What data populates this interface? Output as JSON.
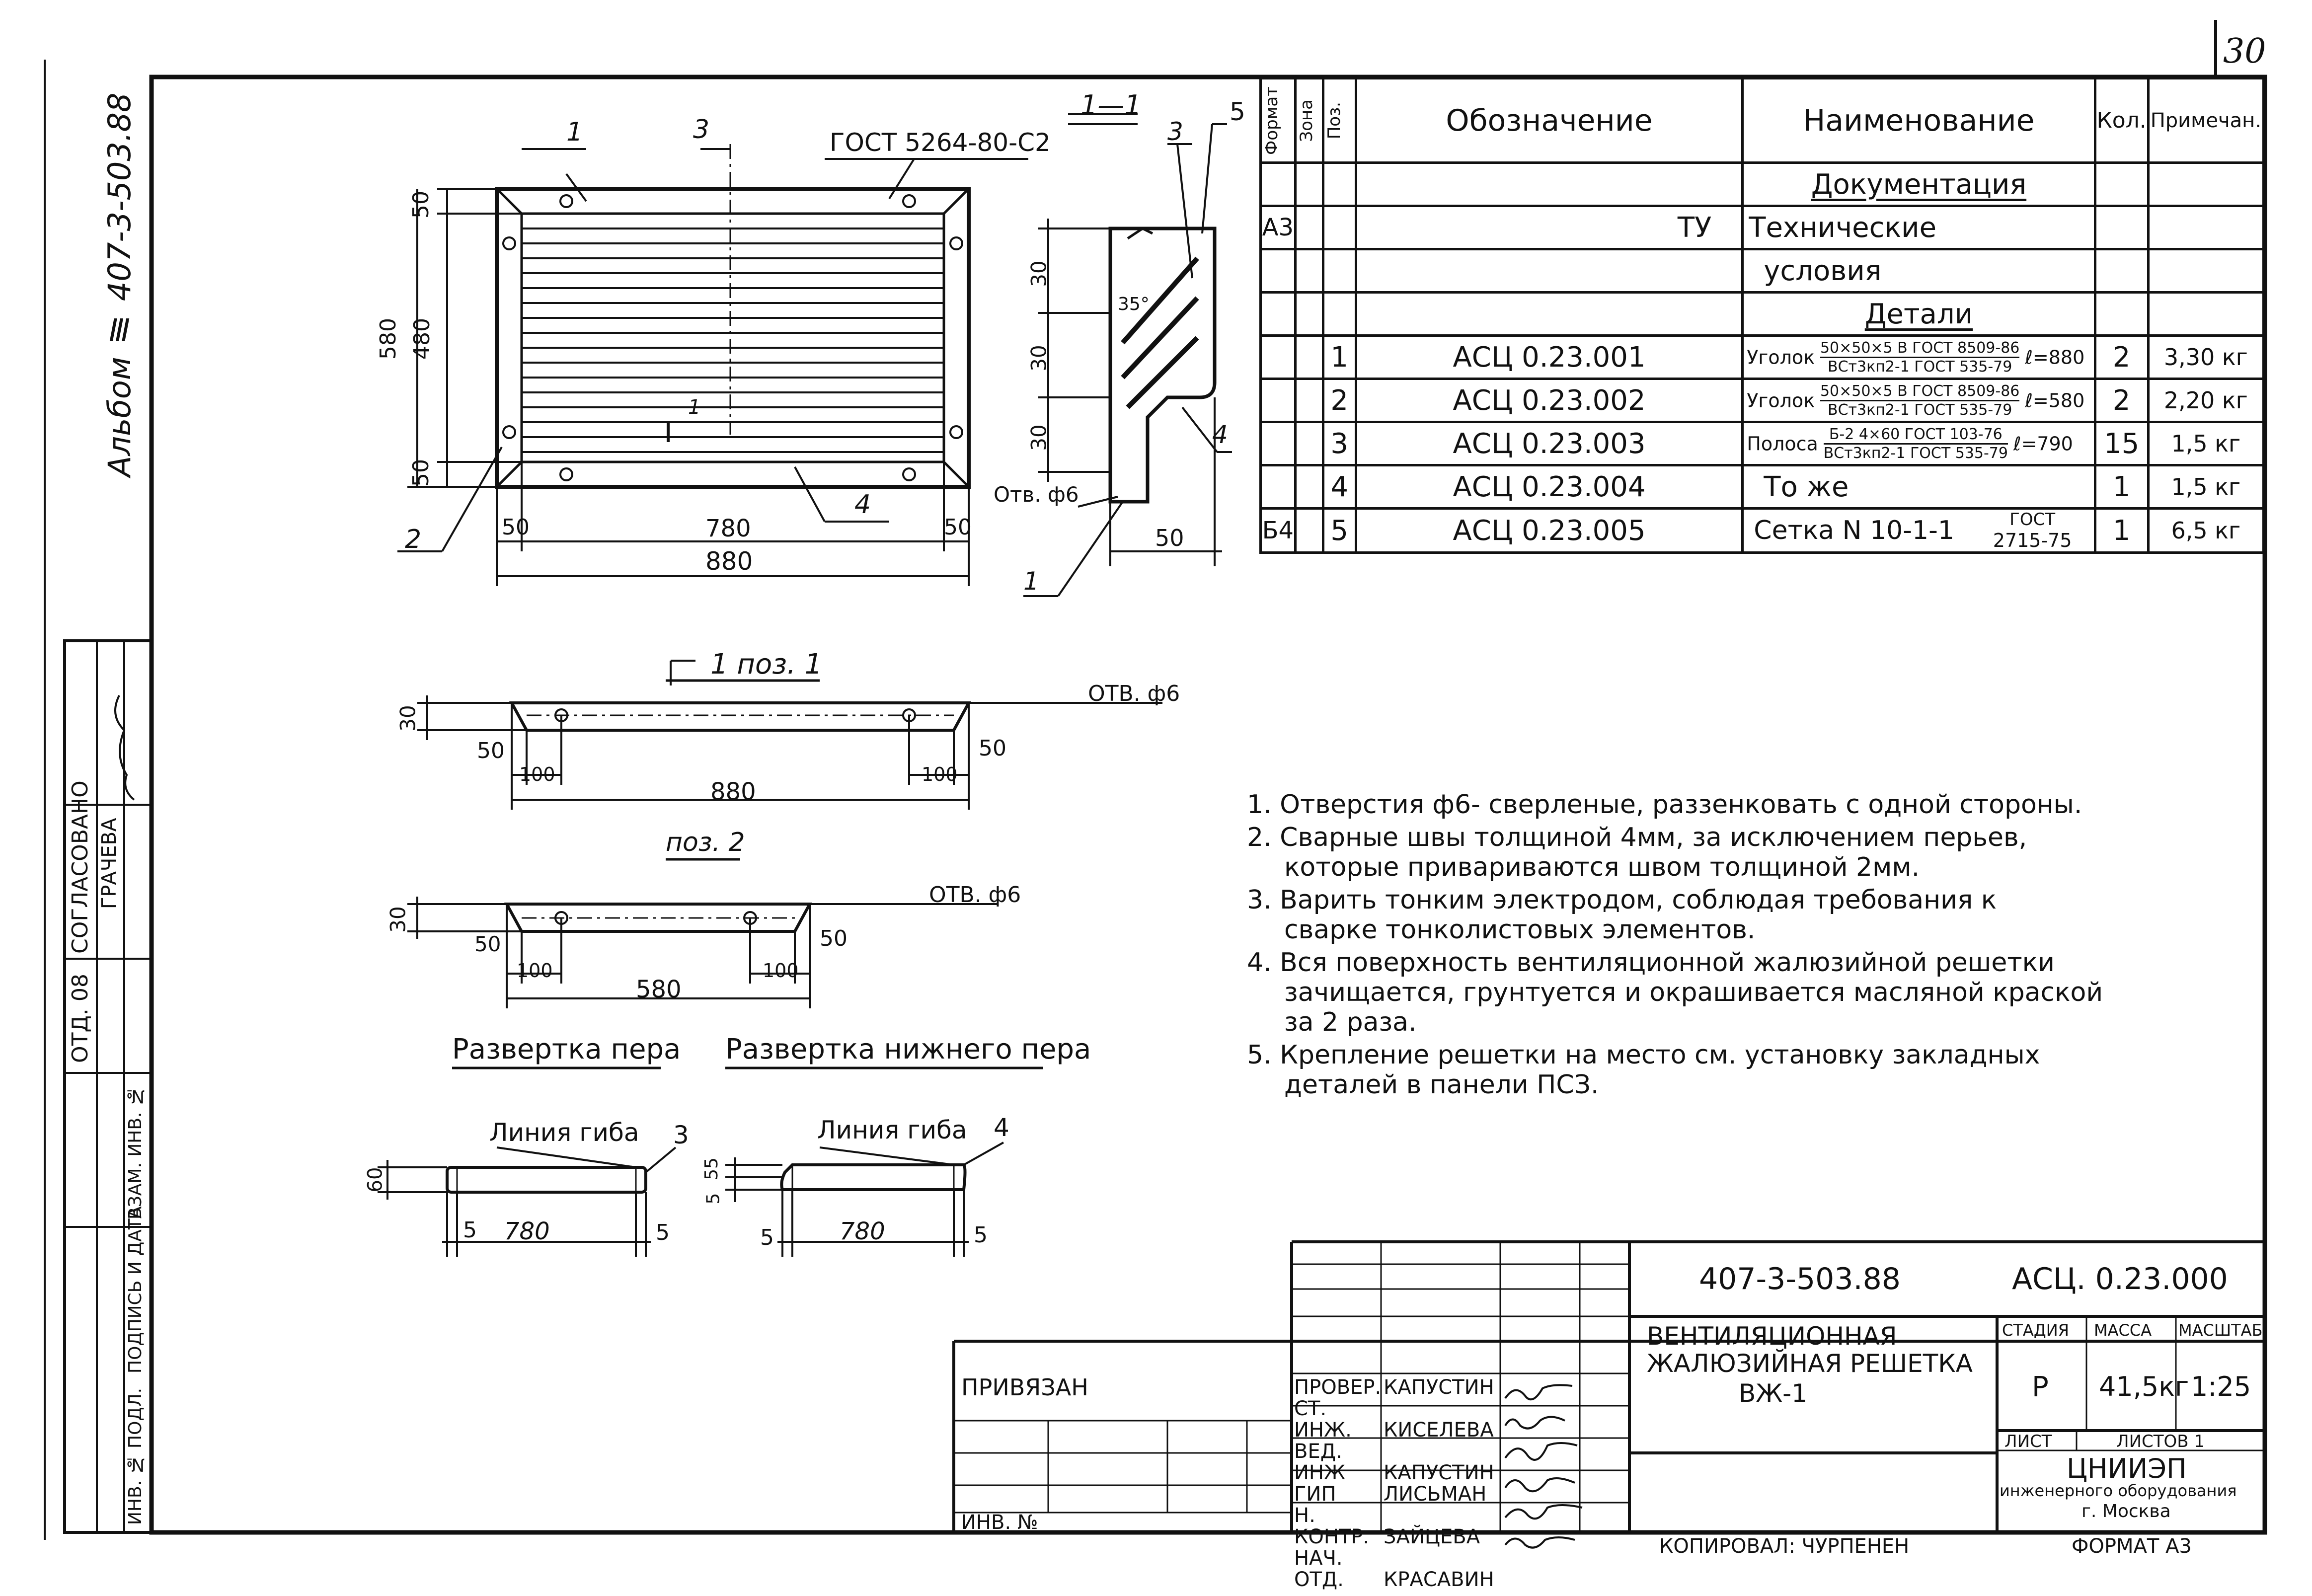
{
  "page_number": "30",
  "album_label": "Альбом Ⅲ 407-3-503.88",
  "left_stamp": {
    "agreed": "СОГЛАСОВАНО",
    "dept": "ОТД. 08",
    "name": "ГРАЧЕВА",
    "inv_no": "ИНВ. № ПОДЛ.",
    "sign_date": "ПОДПИСЬ И ДАТА",
    "replace_inv": "ВЗАМ. ИНВ. №"
  },
  "main_view": {
    "dims_left": [
      "50",
      "480",
      "50"
    ],
    "dim_total_vertical": "580",
    "dims_bottom": [
      "50",
      "780",
      "50"
    ],
    "dim_total_horizontal": "880",
    "leaders": [
      "1",
      "3",
      "2",
      "4"
    ],
    "gost_note": "ГОСТ 5264-80-С2",
    "section_mark": "1"
  },
  "section_view": {
    "title": "1—1",
    "dims": [
      "30",
      "30",
      "30"
    ],
    "angle": "35°",
    "hole": "Отв. ф6",
    "bottom_dim": "50",
    "leaders": [
      "5",
      "3",
      "4",
      "1"
    ]
  },
  "pos1": {
    "title": "1 поз. 1",
    "hole": "ОТВ. ф6",
    "height": "30",
    "dims": [
      "50",
      "100",
      "880",
      "100",
      "50"
    ]
  },
  "pos2": {
    "title": "поз. 2",
    "hole": "ОТВ. ф6",
    "height": "30",
    "dims": [
      "50",
      "100",
      "580",
      "100",
      "50"
    ]
  },
  "unfold_blade": {
    "title": "Развертка пера",
    "bend_line": "Линия гиба",
    "leader": "3",
    "height": "60",
    "dims": [
      "5",
      "780",
      "5"
    ]
  },
  "unfold_lower_blade": {
    "title": "Развертка нижнего пера",
    "bend_line": "Линия гиба",
    "leader": "4",
    "heights": [
      "55",
      "5"
    ],
    "dims": [
      "5",
      "780",
      "5"
    ]
  },
  "spec_table": {
    "headers": [
      "Формат",
      "Зона",
      "Поз.",
      "Обозначение",
      "Наименование",
      "Кол.",
      "Примечан."
    ],
    "rows": [
      {
        "format": "",
        "zone": "",
        "pos": "",
        "designation": "",
        "name": "Документация",
        "qty": "",
        "note": "",
        "heading": true
      },
      {
        "format": "А3",
        "zone": "",
        "pos": "",
        "designation": "ТУ",
        "name": "Технические",
        "qty": "",
        "note": ""
      },
      {
        "format": "",
        "zone": "",
        "pos": "",
        "designation": "",
        "name": "условия",
        "qty": "",
        "note": ""
      },
      {
        "format": "",
        "zone": "",
        "pos": "",
        "designation": "",
        "name": "Детали",
        "qty": "",
        "note": "",
        "heading": true
      },
      {
        "format": "",
        "zone": "",
        "pos": "1",
        "designation": "АСЦ 0.23.001",
        "name": "Уголок",
        "frac_top": "50×50×5 В ГОСТ 8509-86",
        "frac_bottom": "ВСт3кп2-1 ГОСТ 535-79",
        "length": "ℓ=880",
        "qty": "2",
        "note": "3,30 кг"
      },
      {
        "format": "",
        "zone": "",
        "pos": "2",
        "designation": "АСЦ 0.23.002",
        "name": "Уголок",
        "frac_top": "50×50×5 В ГОСТ 8509-86",
        "frac_bottom": "ВСт3кп2-1 ГОСТ 535-79",
        "length": "ℓ=580",
        "qty": "2",
        "note": "2,20 кг"
      },
      {
        "format": "",
        "zone": "",
        "pos": "3",
        "designation": "АСЦ 0.23.003",
        "name": "Полоса",
        "frac_top": "Б-2 4×60 ГОСТ 103-76",
        "frac_bottom": "ВСт3кп2-1 ГОСТ 535-79",
        "length": "ℓ=790",
        "qty": "15",
        "note": "1,5 кг"
      },
      {
        "format": "",
        "zone": "",
        "pos": "4",
        "designation": "АСЦ 0.23.004",
        "name": "То же",
        "qty": "1",
        "note": "1,5 кг"
      },
      {
        "format": "Б4",
        "zone": "",
        "pos": "5",
        "designation": "АСЦ 0.23.005",
        "name": "Сетка N 10-1-1",
        "gost_top": "ГОСТ",
        "gost_bottom": "2715-75",
        "qty": "1",
        "note": "6,5 кг"
      }
    ]
  },
  "notes": [
    "1. Отверстия ф6- сверленые, раззенковать с одной стороны.",
    "2. Сварные швы толщиной 4мм, за исключением перьев,",
    "которые привариваются швом толщиной 2мм.",
    "3. Варить тонким электродом, соблюдая требования к",
    "сварке тонколистовых элементов.",
    "4. Вся поверхность вентиляционной жалюзийной решетки",
    "зачищается, грунтуется и окрашивается масляной краской",
    "за 2 раза.",
    "5. Крепление решетки на место см. установку закладных",
    "деталей в панели ПСЗ."
  ],
  "title_block": {
    "doc_code": "407-3-503.88",
    "doc_number": "АСЦ. 0.23.000",
    "title_lines": [
      "ВЕНТИЛЯЦИОННАЯ",
      "ЖАЛЮЗИЙНАЯ РЕШЕТКА",
      "ВЖ-1"
    ],
    "stage_label": "СТАДИЯ",
    "mass_label": "МАССА",
    "scale_label": "МАСШТАБ",
    "stage": "Р",
    "mass": "41,5кг",
    "scale": "1:25",
    "sheet_label": "ЛИСТ",
    "sheets_label": "ЛИСТОВ 1",
    "org_name": "ЦНИИЭП",
    "org_line2": "инженерного оборудования",
    "org_line3": "г. Москва",
    "linked": "ПРИВЯЗАН",
    "inv": "ИНВ. №",
    "signers": [
      {
        "role": "ПРОВЕР.",
        "name": "КАПУСТИН"
      },
      {
        "role": "СТ. ИНЖ.",
        "name": "КИСЕЛЕВА"
      },
      {
        "role": "ВЕД. ИНЖ",
        "name": "КАПУСТИН"
      },
      {
        "role": "ГИП",
        "name": "ЛИСЬМАН"
      },
      {
        "role": "Н. КОНТР.",
        "name": "ЗАЙЦЕВА"
      },
      {
        "role": "НАЧ. ОТД.",
        "name": "КРАСАВИН"
      }
    ],
    "copied": "КОПИРОВАЛ: ЧУРПЕНЕН",
    "format": "ФОРМАТ А3"
  }
}
